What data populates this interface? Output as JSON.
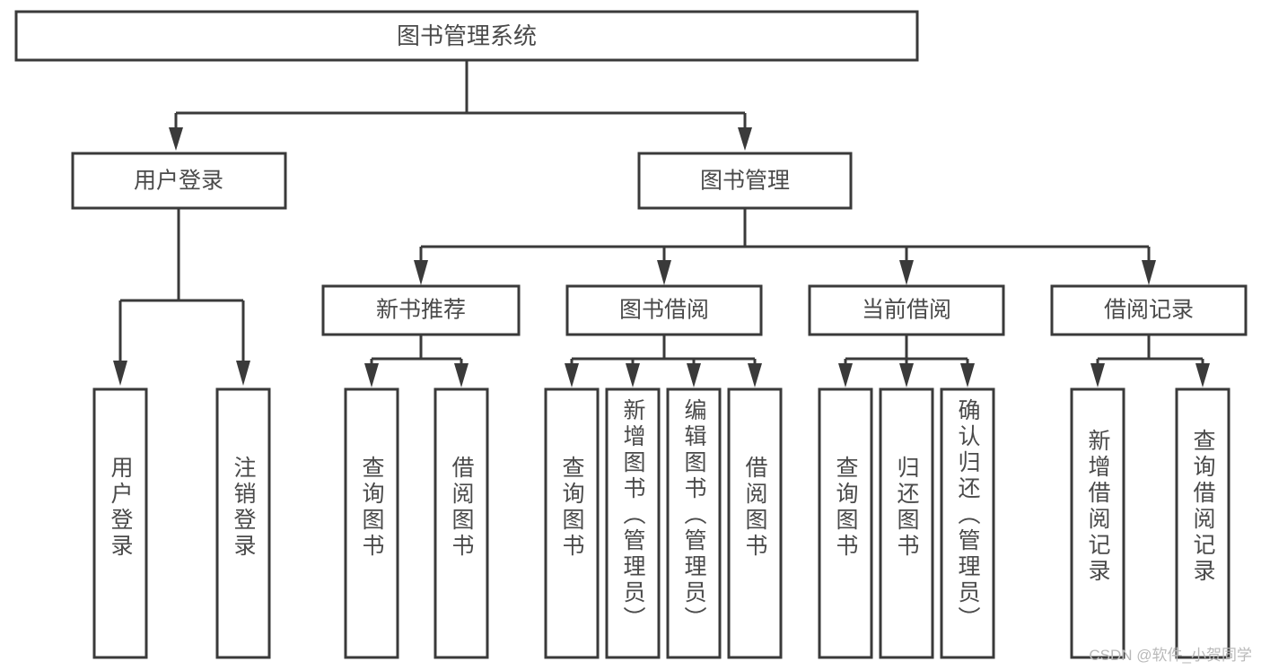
{
  "diagram": {
    "title": "图书管理系统",
    "type": "tree",
    "orientation": "top-down",
    "colors": {
      "stroke": "#3a3a3a",
      "fill": "#ffffff",
      "text": "#4a4a4a",
      "watermark": "#b9b9b9"
    },
    "root": {
      "label": "图书管理系统"
    },
    "level2": [
      {
        "label": "用户登录"
      },
      {
        "label": "图书管理"
      }
    ],
    "level3": [
      {
        "label": "新书推荐"
      },
      {
        "label": "图书借阅"
      },
      {
        "label": "当前借阅"
      },
      {
        "label": "借阅记录"
      }
    ],
    "leaves": {
      "user_login": [
        {
          "label": "用户登录"
        },
        {
          "label": "注销登录"
        }
      ],
      "new_book": [
        {
          "label": "查询图书"
        },
        {
          "label": "借阅图书"
        }
      ],
      "borrow_book": [
        {
          "label": "查询图书"
        },
        {
          "label": "新增图书（管理员）"
        },
        {
          "label": "编辑图书（管理员）"
        },
        {
          "label": "借阅图书"
        }
      ],
      "current_borrow": [
        {
          "label": "查询图书"
        },
        {
          "label": "归还图书"
        },
        {
          "label": "确认归还（管理员）"
        }
      ],
      "borrow_record": [
        {
          "label": "新增借阅记录"
        },
        {
          "label": "查询借阅记录"
        }
      ]
    }
  },
  "watermark": {
    "text": "CSDN @软件_小贺同学"
  }
}
